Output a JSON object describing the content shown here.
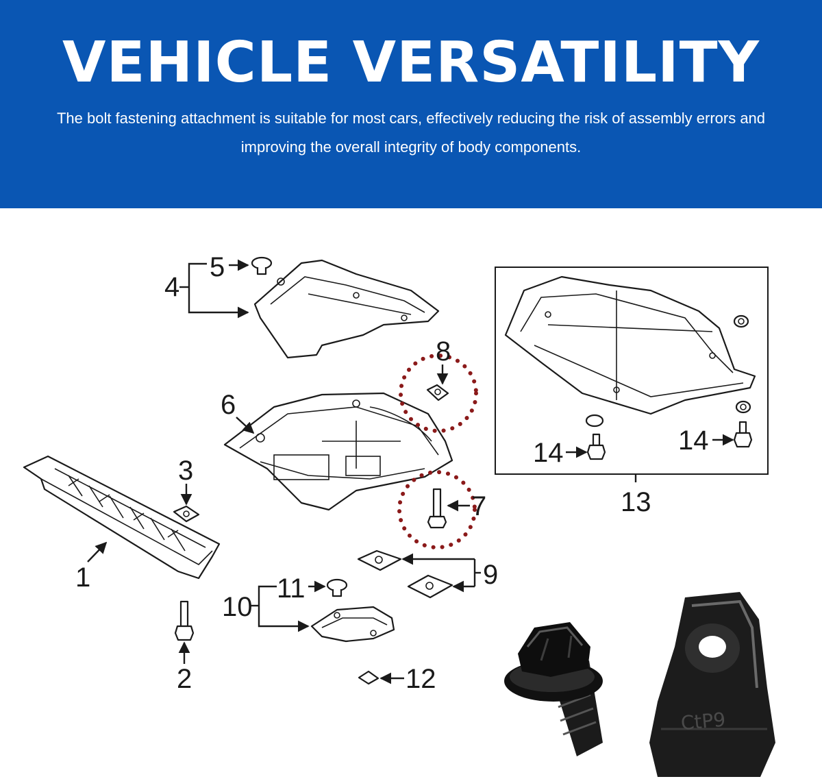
{
  "banner": {
    "title": "VEHICLE VERSATILITY",
    "subtitle": "The bolt fastening attachment is suitable for most cars, effectively reducing the risk of assembly errors and improving the overall integrity of body components.",
    "background_color": "#0a56b3",
    "text_color": "#ffffff"
  },
  "diagram": {
    "callouts": {
      "c1": "1",
      "c2": "2",
      "c3": "3",
      "c4": "4",
      "c5": "5",
      "c6": "6",
      "c7": "7",
      "c8": "8",
      "c9": "9",
      "c10": "10",
      "c11": "11",
      "c12": "12",
      "c13": "13",
      "c14a": "14",
      "c14b": "14"
    },
    "highlight_color": "#8b1a1a"
  },
  "photo": {
    "nut_marking": "CtP9"
  }
}
